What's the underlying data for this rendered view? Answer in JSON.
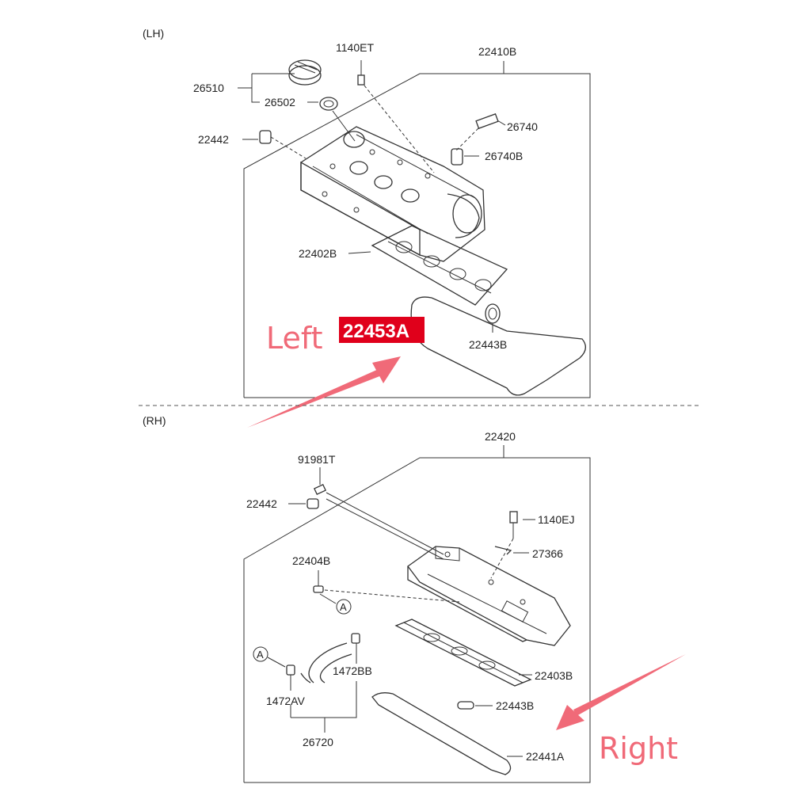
{
  "sections": {
    "lh": "(LH)",
    "rh": "(RH)"
  },
  "lh_labels": {
    "p26510": "26510",
    "p26502": "26502",
    "p1140ET": "1140ET",
    "p22410B": "22410B",
    "p22442": "22442",
    "p26740": "26740",
    "p26740B": "26740B",
    "p22402B": "22402B",
    "p22443B": "22443B",
    "p22453A": "22453A"
  },
  "rh_labels": {
    "p22420": "22420",
    "p91981T": "91981T",
    "p22442": "22442",
    "p1140EJ": "1140EJ",
    "p27366": "27366",
    "p22404B": "22404B",
    "p1472BB": "1472BB",
    "p22403B": "22403B",
    "p1472AV": "1472AV",
    "p22443B": "22443B",
    "p26720": "26720",
    "p22441A": "22441A",
    "circleA": "A"
  },
  "annotations": {
    "left": "Left",
    "right": "Right"
  },
  "colors": {
    "annotation": "#f06a78",
    "highlight_bg": "#e0001b",
    "line": "#333333"
  }
}
